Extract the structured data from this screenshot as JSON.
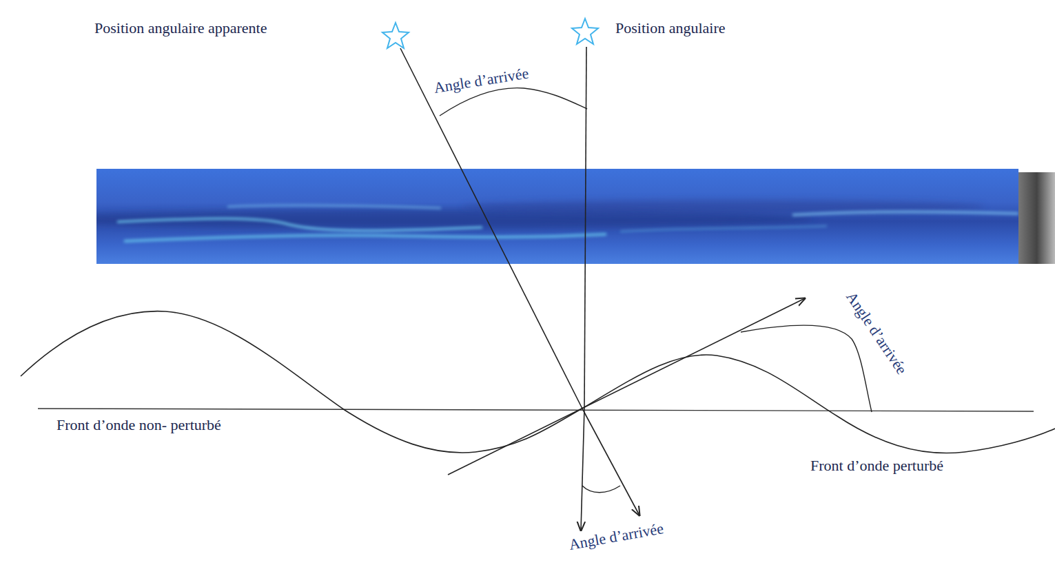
{
  "diagram": {
    "labels": [
      "Position angulaire apparente",
      "Position angulaire",
      "Angle d’arrivée",
      "Angle d’arrivée",
      "Front d’onde non- perturbé",
      "Front d’onde perturbé",
      "Angle d’arrivée"
    ]
  }
}
